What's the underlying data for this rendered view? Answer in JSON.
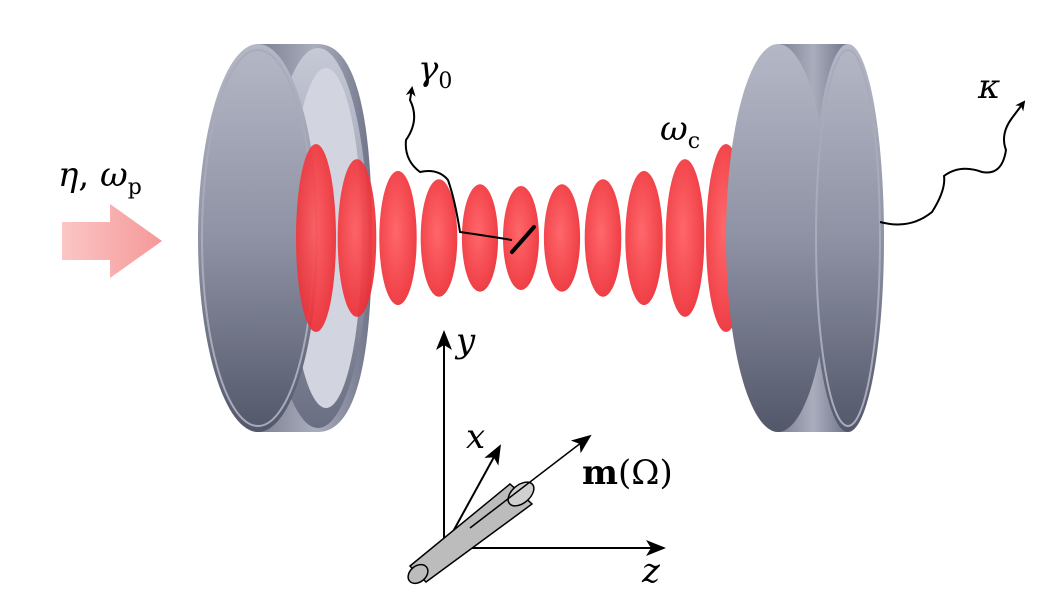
{
  "labels": {
    "pump_eta": "η",
    "pump_comma": ", ",
    "pump_omega": "ω",
    "pump_sub": "p",
    "gamma": "γ",
    "gamma_sub": "0",
    "omega_c": "ω",
    "omega_c_sub": "c",
    "kappa": "κ",
    "axis_y": "y",
    "axis_x": "x",
    "axis_z": "z",
    "m_bold": "m",
    "m_arg": "(Ω)"
  },
  "colors": {
    "mirror_body": "#9498a8",
    "mirror_dark": "#5c6070",
    "mode_red": "#f0363c",
    "pump_arrow": "#f7a0a0"
  },
  "mode_lobes": {
    "count": 10
  }
}
